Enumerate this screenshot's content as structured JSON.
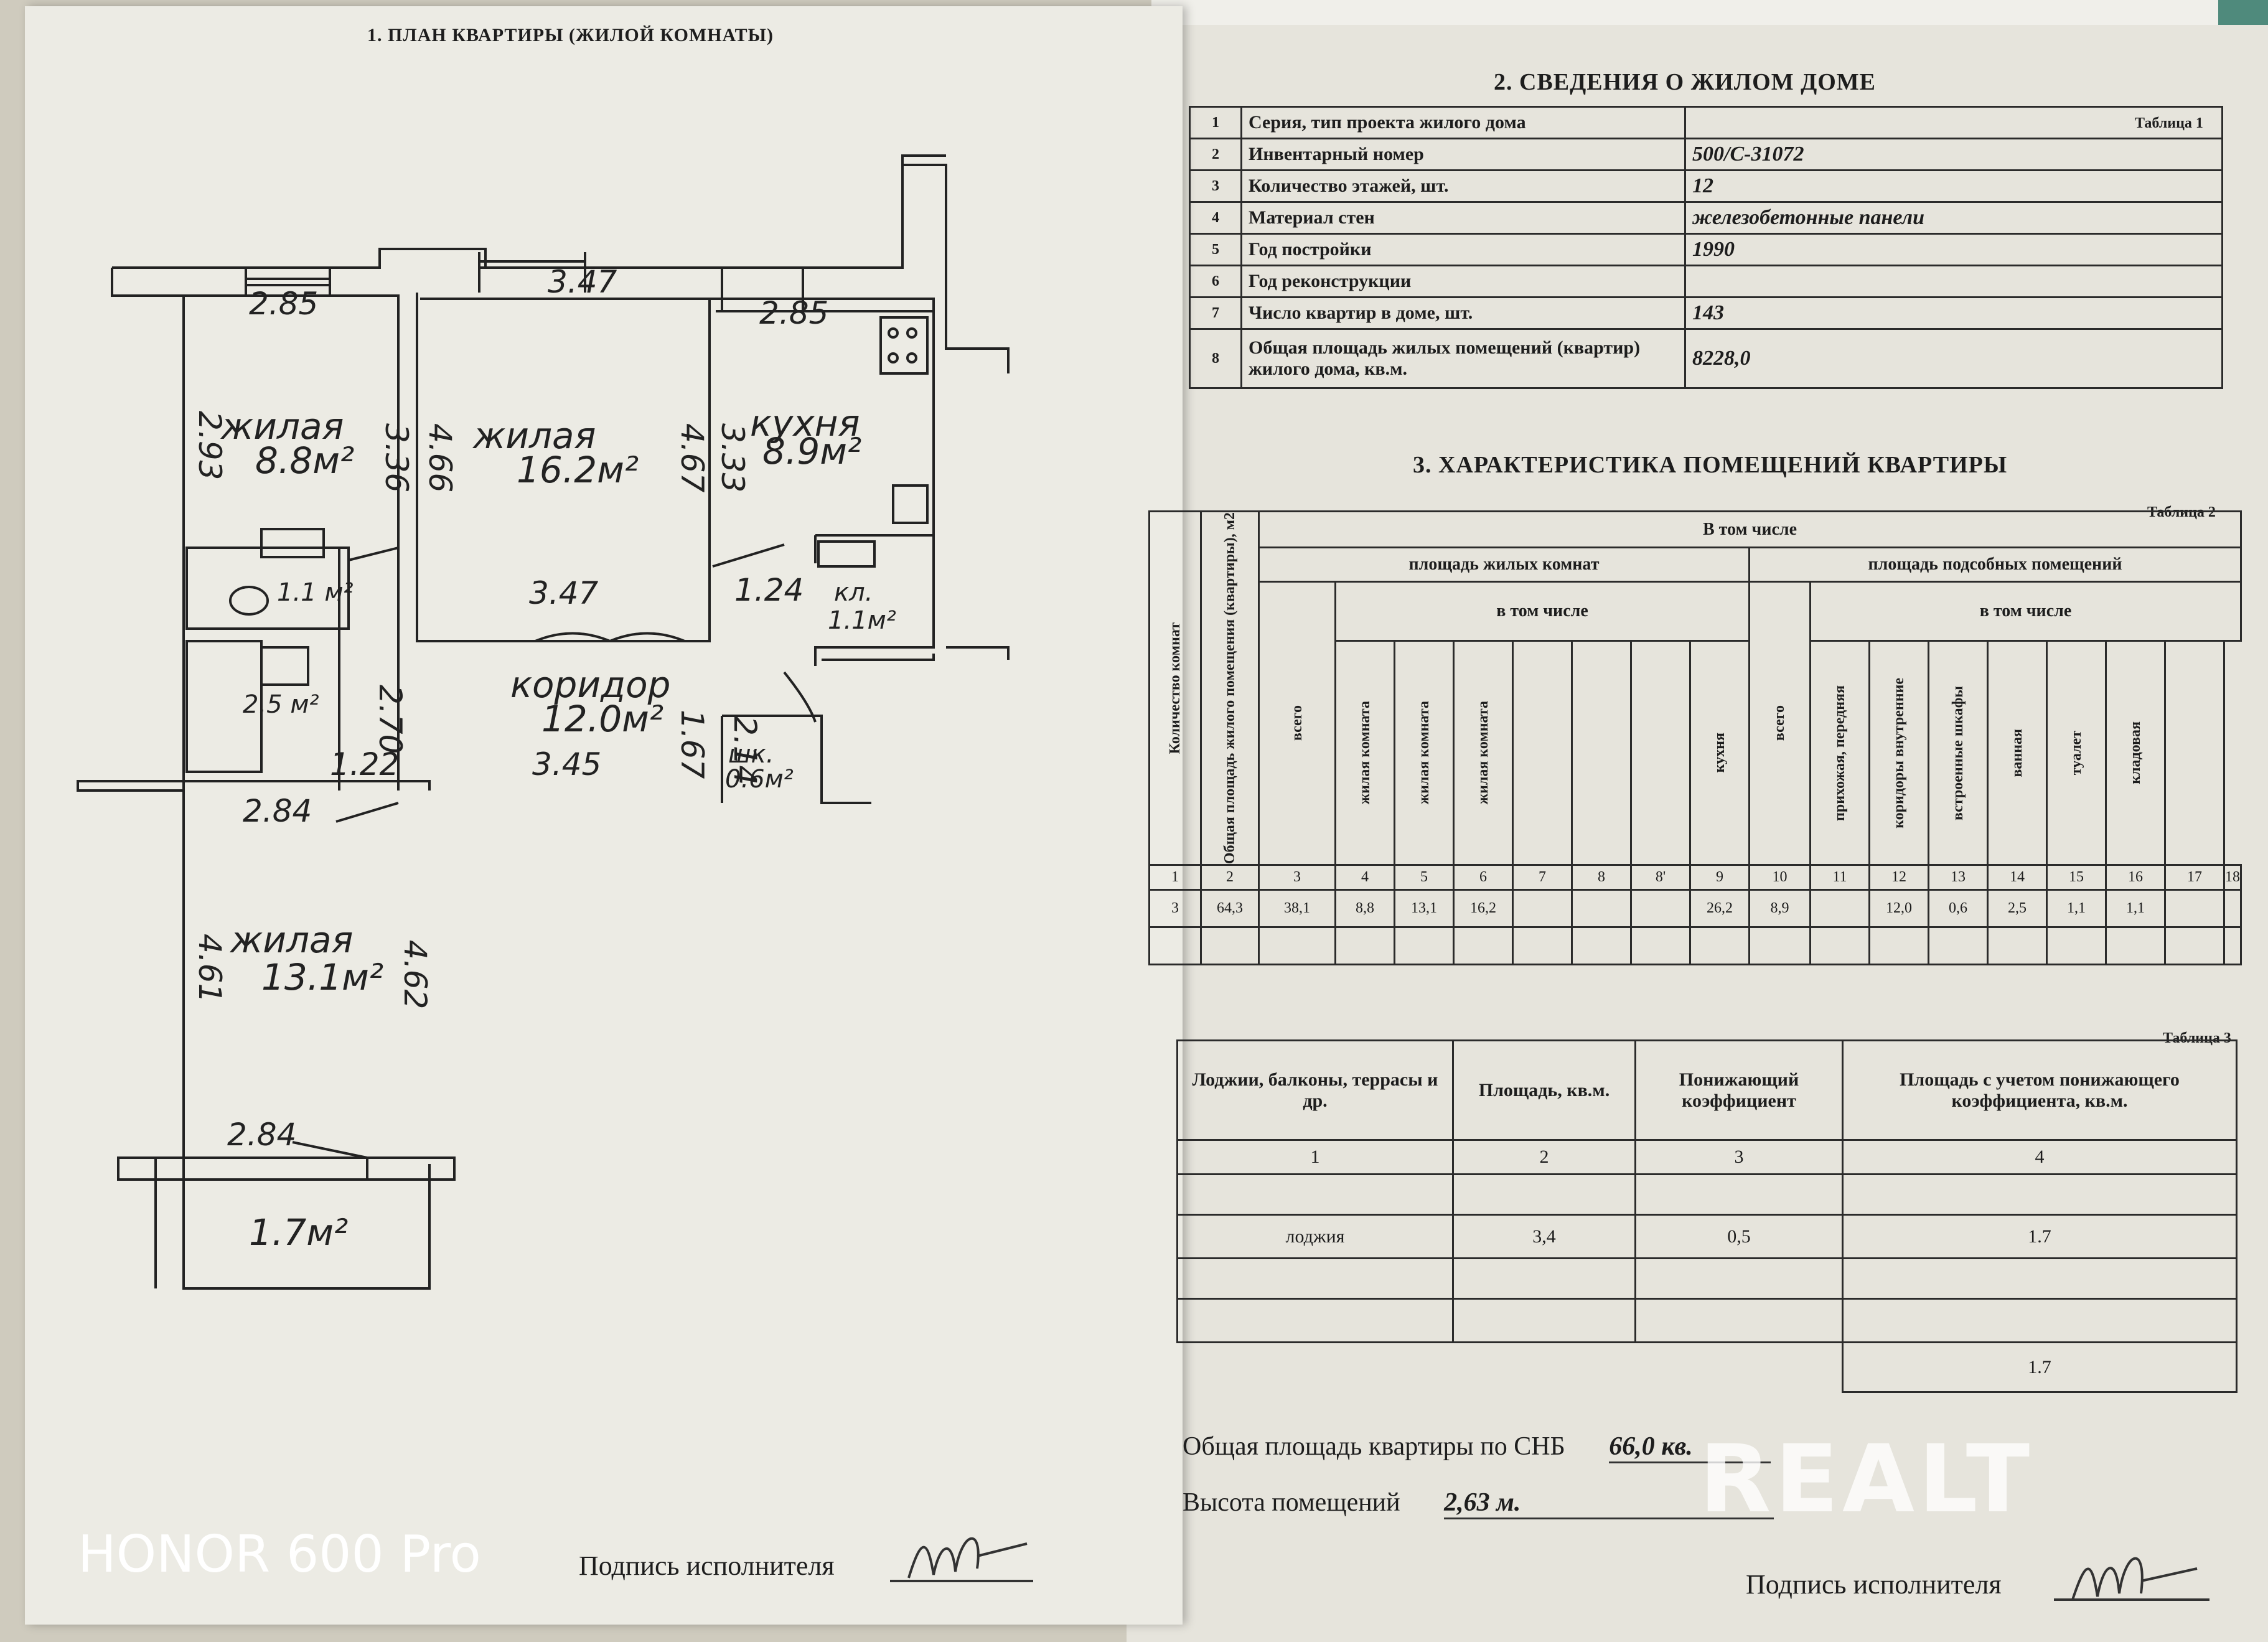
{
  "section1_title": "1. ПЛАН КВАРТИРЫ (ЖИЛОЙ КОМНАТЫ)",
  "section2_title": "2. СВЕДЕНИЯ О ЖИЛОМ ДОМЕ",
  "section3_title": "3. ХАРАКТЕРИСТИКА ПОМЕЩЕНИЙ КВАРТИРЫ",
  "plan": {
    "rooms": {
      "bedroom1": {
        "name": "жилая",
        "area": "8.8м²"
      },
      "living": {
        "name": "жилая",
        "area": "16.2м²"
      },
      "kitchen": {
        "name": "кухня",
        "area": "8.9м²"
      },
      "corridor": {
        "name": "коридор",
        "area": "12.0м²"
      },
      "bedroom2": {
        "name": "жилая",
        "area": "13.1м²"
      },
      "loggia_area": "1.7м²",
      "pantry": {
        "name": "кл.",
        "area": "1.1м²"
      },
      "closet": {
        "name": "шк.",
        "area": "0.6м²"
      },
      "toilet_area": "1.1 м²",
      "bath_area": "2.5 м²"
    },
    "dims": {
      "d_285_a": "2.85",
      "d_347_top": "3.47",
      "d_285_b": "2.85",
      "d_293": "2.93",
      "d_336": "3.36",
      "d_466": "4.66",
      "d_467": "4.67",
      "d_333": "3.33",
      "d_347_mid": "3.47",
      "d_124": "1.24",
      "d_270": "2.70",
      "d_214": "2.14",
      "d_167": "1.67",
      "d_122": "1.22",
      "d_345": "3.45",
      "d_284_a": "2.84",
      "d_461": "4.61",
      "d_462": "4.62",
      "d_284_b": "2.84"
    }
  },
  "table1": {
    "caption": "Таблица 1",
    "rows": [
      {
        "n": "1",
        "label": "Серия, тип проекта жилого дома",
        "value": ""
      },
      {
        "n": "2",
        "label": "Инвентарный номер",
        "value": "500/С-31072"
      },
      {
        "n": "3",
        "label": "Количество этажей, шт.",
        "value": "12"
      },
      {
        "n": "4",
        "label": "Материал стен",
        "value": "железобетонные панели"
      },
      {
        "n": "5",
        "label": "Год постройки",
        "value": "1990"
      },
      {
        "n": "6",
        "label": "Год реконструкции",
        "value": ""
      },
      {
        "n": "7",
        "label": "Число квартир в доме, шт.",
        "value": "143"
      },
      {
        "n": "8",
        "label": "Общая площадь жилых помещений (квартир) жилого дома, кв.м.",
        "value": "8228,0"
      }
    ]
  },
  "table2": {
    "caption": "Таблица 2",
    "h_v_tom_chisle": "В том числе",
    "h_living": "площадь жилых комнат",
    "h_aux": "площадь подсобных помещений",
    "h_sub1": "в том числе",
    "h_sub2": "в том числе",
    "col_rooms": "Количество комнат",
    "col_total": "Общая площадь жилого помещения (квартиры), м2",
    "col_living_total": "всего",
    "col_r1": "жилая комната",
    "col_r2": "жилая комната",
    "col_r3": "жилая комната",
    "col_aux_total": "всего",
    "col_kitchen": "кухня",
    "col_hall": "прихожая, передняя",
    "col_corr": "коридоры внутренние",
    "col_wardrobe": "встроенные шкафы",
    "col_bath": "ванная",
    "col_toilet": "туалет",
    "col_pantry": "кладовая",
    "col_numbers": [
      "1",
      "2",
      "3",
      "4",
      "5",
      "6",
      "7",
      "8",
      "8'",
      "9",
      "10",
      "11",
      "12",
      "13",
      "14",
      "15",
      "16",
      "17",
      "18"
    ],
    "row_values": [
      "3",
      "64,3",
      "38,1",
      "8,8",
      "13,1",
      "16,2",
      "",
      "",
      "",
      "26,2",
      "8,9",
      "",
      "12,0",
      "0,6",
      "2,5",
      "1,1",
      "1,1",
      "",
      ""
    ]
  },
  "table3": {
    "caption": "Таблица 3",
    "h1": "Лоджии, балконы, террасы и др.",
    "h2": "Площадь, кв.м.",
    "h3": "Понижающий коэффициент",
    "h4": "Площадь с учетом понижающего коэффициента, кв.м.",
    "nums": [
      "1",
      "2",
      "3",
      "4"
    ],
    "row_name": "лоджия",
    "row_area": "3,4",
    "row_coef": "0,5",
    "row_result": "1.7",
    "total": "1.7"
  },
  "summary": {
    "total_label": "Общая площадь квартиры по СНБ",
    "total_value": "66,0 кв.",
    "height_label": "Высота помещений",
    "height_value": "2,63 м."
  },
  "signature_label_left": "Подпись исполнителя",
  "signature_label_right": "Подпись исполнителя",
  "watermark": "REALT",
  "camera_watermark": "HONOR 600 Pro"
}
